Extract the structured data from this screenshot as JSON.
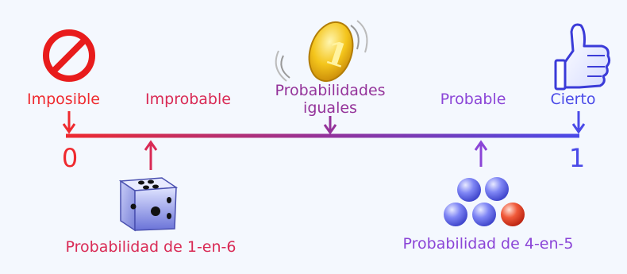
{
  "colors": {
    "background": "#f4f8fe",
    "impossible": "#ef2a2f",
    "improbable": "#d92a55",
    "even": "#94339a",
    "probable": "#8b45d7",
    "certain": "#4a4ae8",
    "sign": "#e81c1c",
    "coin": "#f2c21a",
    "ball_blue": "#6c73f0",
    "ball_red": "#ee3b22"
  },
  "labels": {
    "impossible": "Imposible",
    "improbable": "Improbable",
    "even_line1": "Probabilidades",
    "even_line2": "iguales",
    "probable": "Probable",
    "certain": "Cierto"
  },
  "scale": {
    "zero": "0",
    "one": "1"
  },
  "examples": {
    "dice": "Probabilidad de 1-en-6",
    "balls": "Probabilidad de 4-en-5"
  },
  "icons": [
    "no-entry-icon",
    "coin-icon",
    "thumbs-up-icon",
    "dice-icon",
    "balls-icon"
  ]
}
